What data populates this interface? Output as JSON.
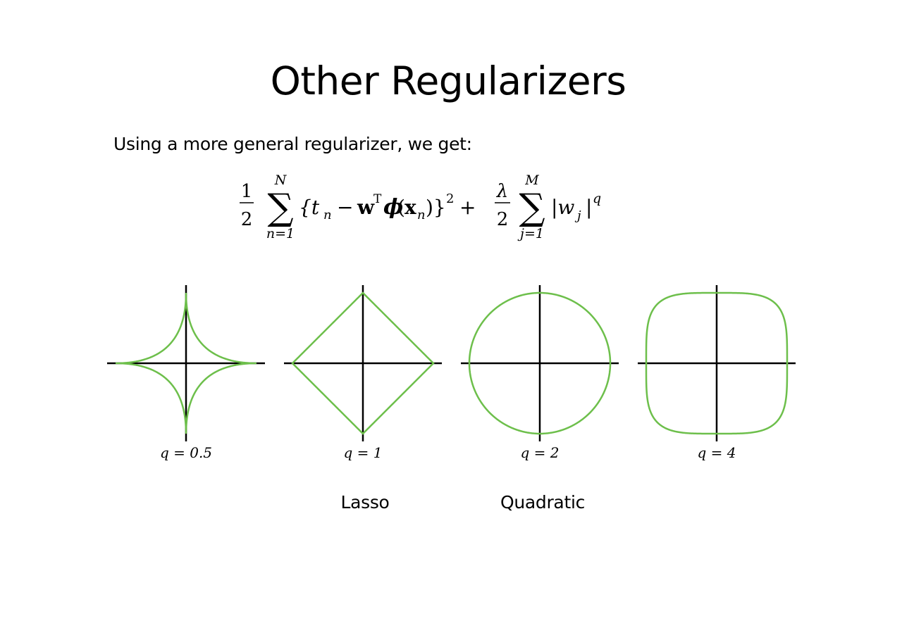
{
  "slide": {
    "title": "Other Regularizers",
    "intro": "Using a more general regularizer, we get:"
  },
  "formula": {
    "half_num": "1",
    "half_den": "2",
    "sum1_upper": "N",
    "sum1_lower": "n=1",
    "term1": "{t",
    "term1_sub": "n",
    "minus": "−",
    "w": "w",
    "T": "T",
    "phi": "ϕ",
    "paren_open": "(",
    "x": "x",
    "x_sub": "n",
    "paren_close": ")}",
    "square": "2",
    "plus": "+",
    "lambda": "λ",
    "lambda_den": "2",
    "sum2_upper": "M",
    "sum2_lower": "j=1",
    "abs_open": "|w",
    "abs_sub": "j",
    "abs_close": "|",
    "power": "q"
  },
  "plots": [
    {
      "q": 0.5,
      "label": "q = 0.5"
    },
    {
      "q": 1,
      "label": "q = 1"
    },
    {
      "q": 2,
      "label": "q = 2"
    },
    {
      "q": 4,
      "label": "q = 4"
    }
  ],
  "captions": {
    "lasso": "Lasso",
    "quadratic": "Quadratic"
  },
  "colors": {
    "curve": "#6dbf4b",
    "axis": "#000000"
  }
}
